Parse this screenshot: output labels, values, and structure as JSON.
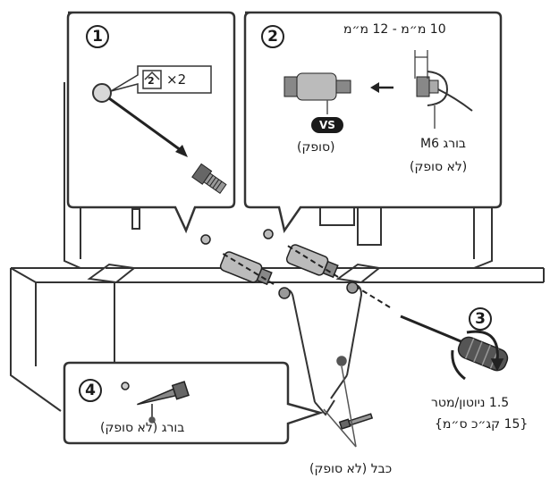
{
  "steps": {
    "s1": "1",
    "s2": "2",
    "s3": "3",
    "s4": "4"
  },
  "step1": {
    "hole_count": "×2",
    "hole_icon_digit": "2"
  },
  "step2": {
    "length_range": "10 מ״מ - 12 מ״מ",
    "vs_badge": "VS",
    "supplied": "(סופק)",
    "bolt_name": "בורג M6",
    "bolt_note": "(לא סופק)"
  },
  "step3": {
    "torque": "1.5 ניוטון/מטר",
    "torque_alt": "{15 קג״כ ס״מ}"
  },
  "step4": {
    "screw_label": "בורג (לא סופק)"
  },
  "cable_label": "כבל (לא סופק)"
}
